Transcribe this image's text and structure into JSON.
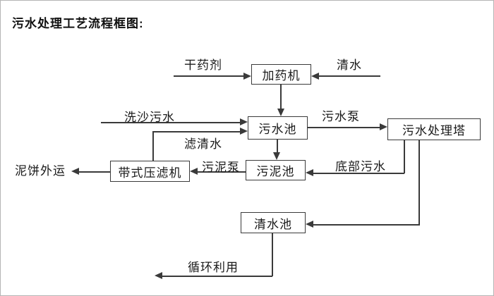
{
  "title": "污水处理工艺流程框图:",
  "nodes": {
    "dosing_machine": "加药机",
    "sewage_pool": "污水池",
    "sewage_treatment_tower": "污水处理塔",
    "sludge_pool": "污泥池",
    "belt_filter_press": "带式压滤机",
    "clean_water_pool": "清水池"
  },
  "flow_labels": {
    "dry_agent": "干药剂",
    "clean_water": "清水",
    "sand_washing_sewage": "洗沙污水",
    "filtered_water": "滤清水",
    "sewage_pump": "污水泵",
    "sludge_pump": "污泥泵",
    "bottom_sewage": "底部污水",
    "mud_cake_outbound": "泥饼外运",
    "recycling": "循环利用"
  },
  "edges": [
    {
      "from": "dry_agent_input",
      "to": "dosing_machine",
      "label": "干药剂"
    },
    {
      "from": "clean_water_input",
      "to": "dosing_machine",
      "label": "清水"
    },
    {
      "from": "dosing_machine",
      "to": "sewage_pool",
      "label": ""
    },
    {
      "from": "sand_washing_sewage_input",
      "to": "sewage_pool",
      "label": "洗沙污水"
    },
    {
      "from": "belt_filter_press",
      "to": "sewage_pool",
      "label": "滤清水"
    },
    {
      "from": "sewage_pool",
      "to": "sewage_treatment_tower",
      "label": "污水泵"
    },
    {
      "from": "sewage_pool",
      "to": "sludge_pool",
      "label": ""
    },
    {
      "from": "sludge_pool",
      "to": "belt_filter_press",
      "label": "污泥泵"
    },
    {
      "from": "belt_filter_press",
      "to": "mud_cake_outbound",
      "label": "泥饼外运"
    },
    {
      "from": "sewage_treatment_tower",
      "to": "sludge_pool",
      "label": "底部污水"
    },
    {
      "from": "sewage_treatment_tower",
      "to": "clean_water_pool",
      "label": ""
    },
    {
      "from": "clean_water_pool",
      "to": "recycling",
      "label": "循环利用"
    }
  ],
  "colors": {
    "line": "#3a3a3a",
    "text": "#1a1a1a",
    "background": "#ffffff"
  }
}
